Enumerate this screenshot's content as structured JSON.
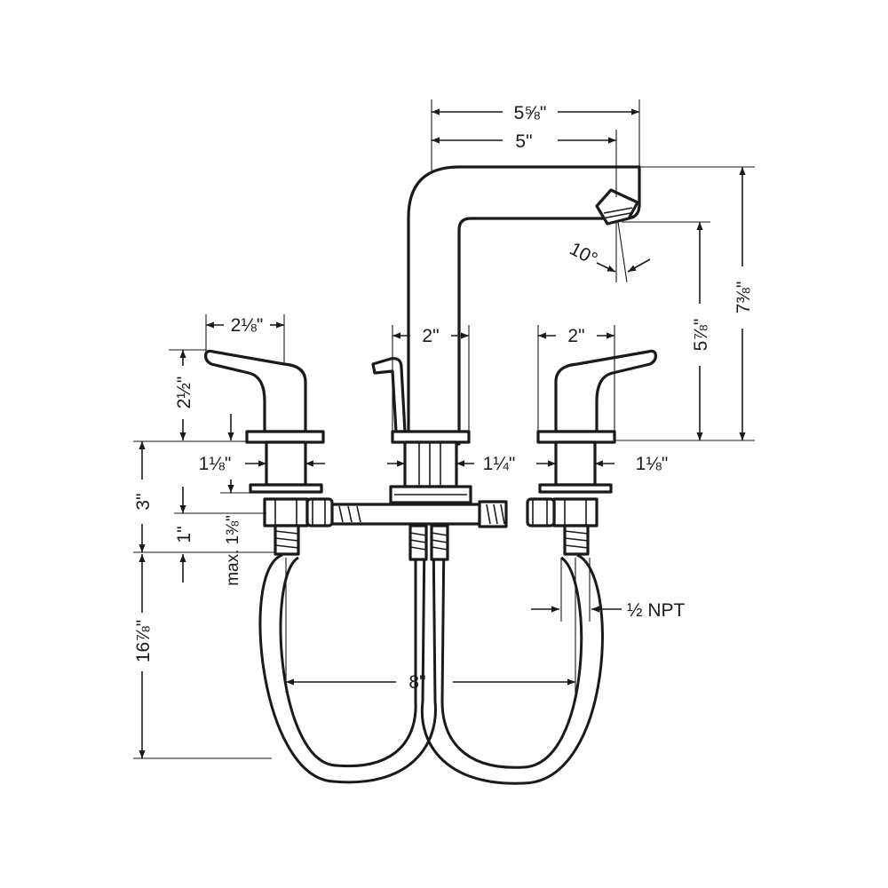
{
  "diagram": {
    "dimensions": {
      "spout_reach_outer": "5⅝\"",
      "spout_reach_inner": "5\"",
      "spout_height_total": "7⅜\"",
      "aerator_height": "5⅞\"",
      "aerator_angle": "10°",
      "handle_length": "2⅛\"",
      "handle_height": "2½\"",
      "spout_base_width": "2\"",
      "right_handle_width": "2\"",
      "left_shank": "1⅛\"",
      "right_shank": "1⅛\"",
      "center_shank": "1¼\"",
      "deck_max": "max. 1⅜\"",
      "deck_min": "1\"",
      "valve_height": "3\"",
      "hose_length": "16⅞\"",
      "spread": "8\"",
      "connection": "½ NPT"
    }
  }
}
